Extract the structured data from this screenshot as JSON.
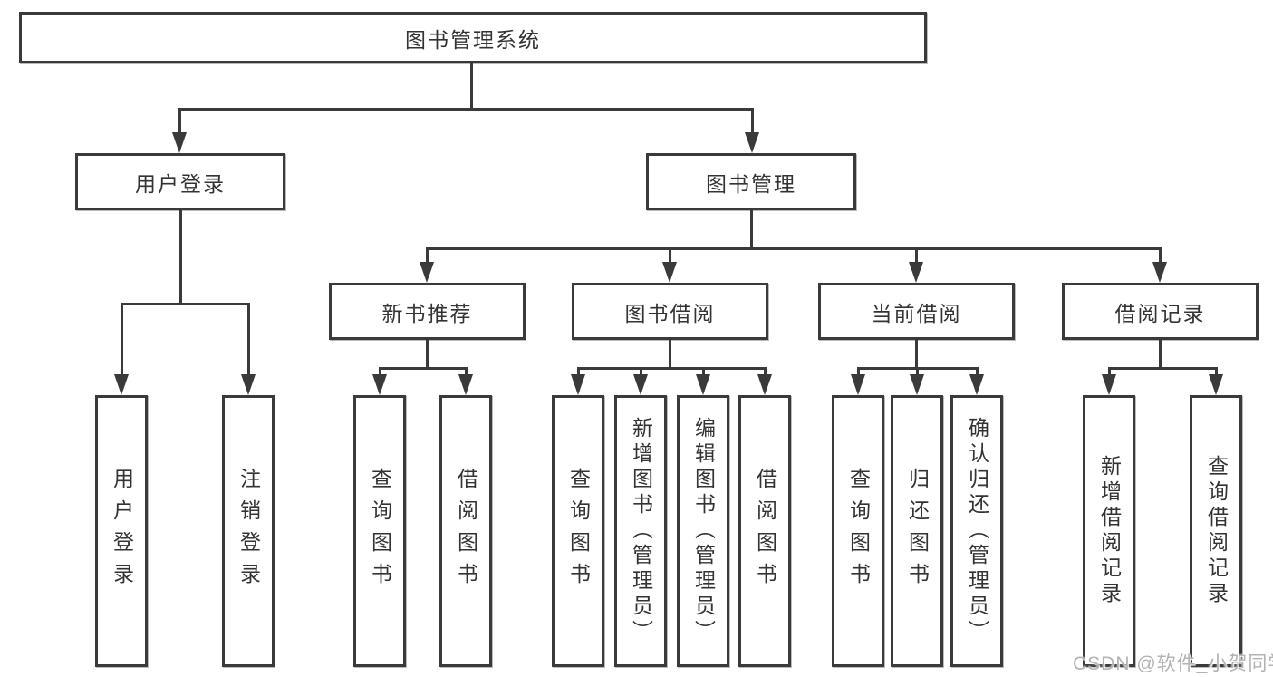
{
  "colors": {
    "line": "#3a3a3a",
    "text": "#333333",
    "watermark": "#b3b3b3"
  },
  "watermark": "CSDN @软件_小贺同学",
  "tree": {
    "root": "图书管理系统",
    "level2": [
      {
        "label": "用户登录",
        "leaves": [
          "用户登录",
          "注销登录"
        ]
      },
      {
        "label": "图书管理"
      }
    ],
    "level3": [
      {
        "label": "新书推荐",
        "leaves": [
          "查询图书",
          "借阅图书"
        ]
      },
      {
        "label": "图书借阅",
        "leaves": [
          "查询图书",
          "新增图书（管理员）",
          "编辑图书（管理员）",
          "借阅图书"
        ]
      },
      {
        "label": "当前借阅",
        "leaves": [
          "查询图书",
          "归还图书",
          "确认归还（管理员）"
        ]
      },
      {
        "label": "借阅记录",
        "leaves": [
          "新增借阅记录",
          "查询借阅记录"
        ]
      }
    ]
  }
}
